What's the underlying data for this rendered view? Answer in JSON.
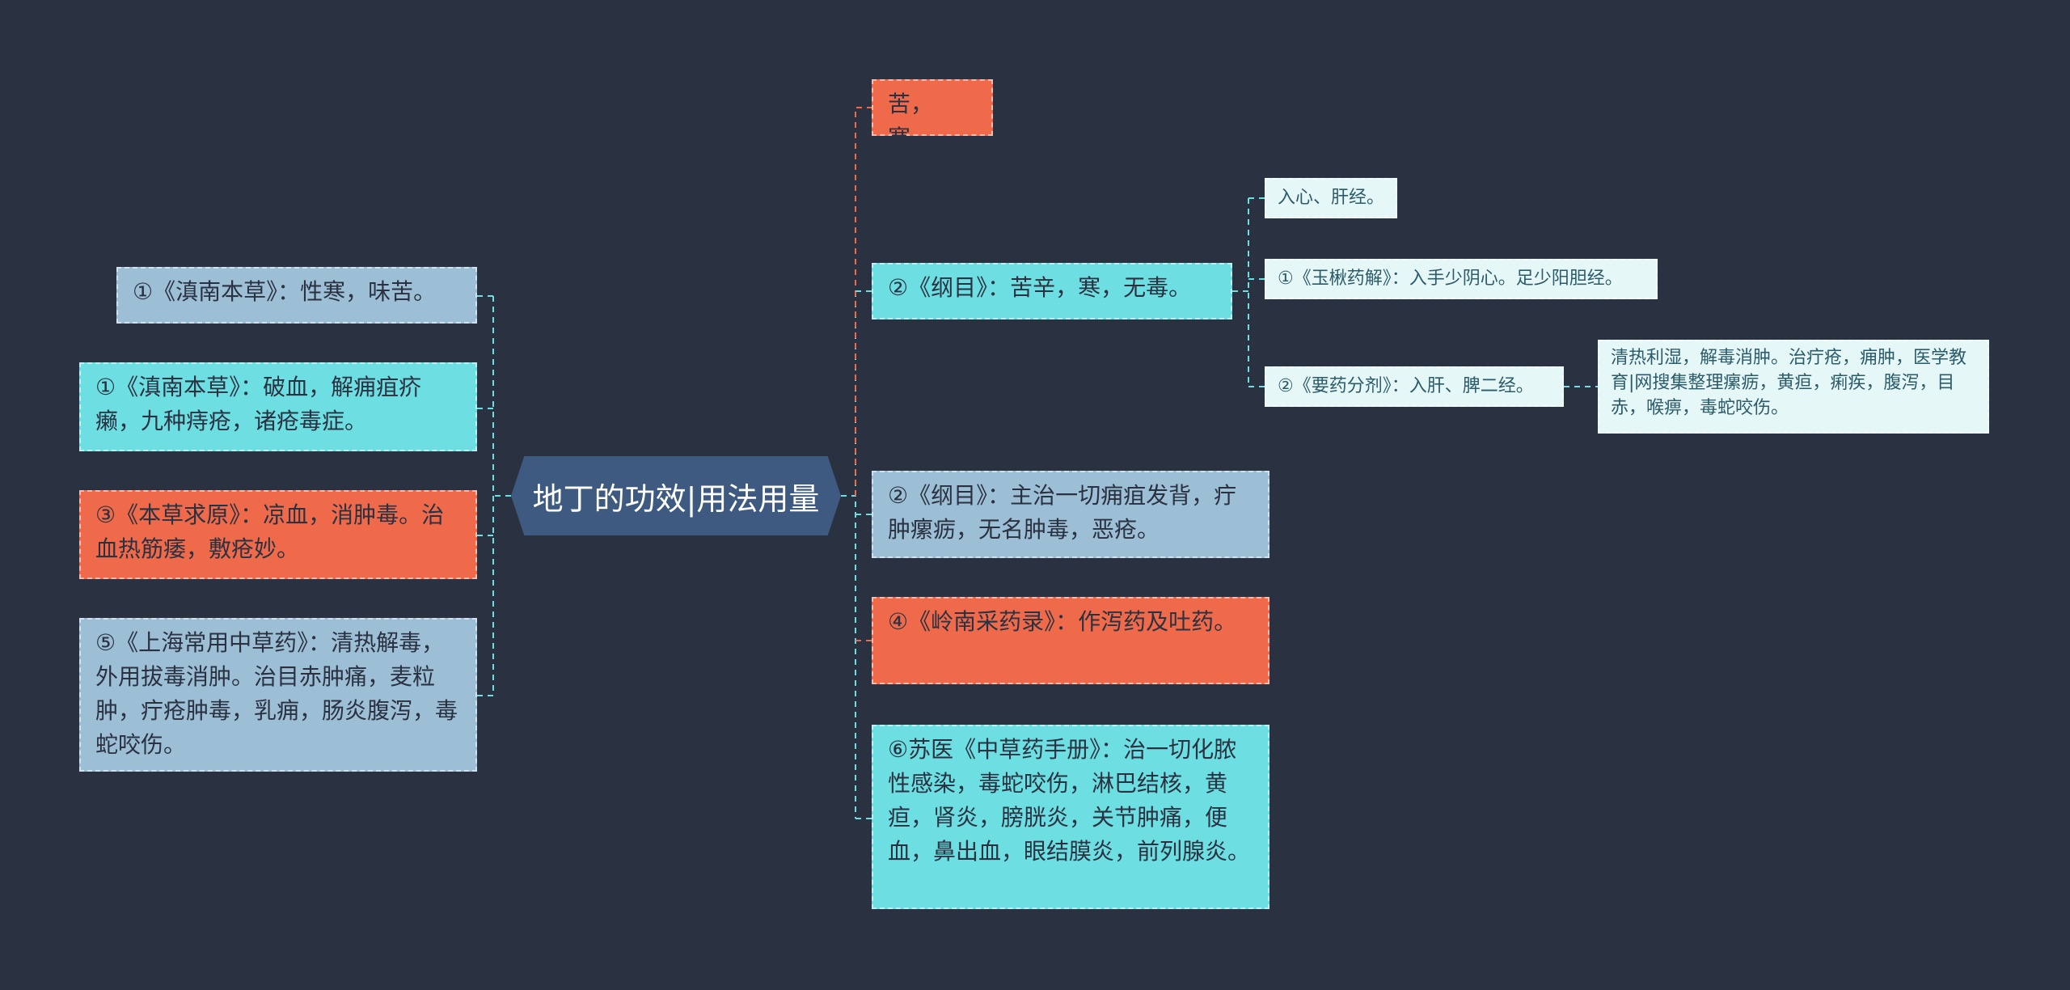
{
  "center": {
    "label": "地丁的功效|用法用量"
  },
  "left_nodes": [
    {
      "id": "l1",
      "text": "①《滇南本草》：性寒，味苦。",
      "color": "#9dbfd6"
    },
    {
      "id": "l2",
      "text": "①《滇南本草》：破血，解痈疽疥癞，九种痔疮，诸疮毒症。",
      "color": "#6ddfe2"
    },
    {
      "id": "l3",
      "text": "③《本草求原》：凉血，消肿毒。治血热筋痿，敷疮妙。",
      "color": "#ef6a4b"
    },
    {
      "id": "l4",
      "text": "⑤《上海常用中草药》：清热解毒，外用拔毒消肿。治目赤肿痛，麦粒肿，疔疮肿毒，乳痈，肠炎腹泻，毒蛇咬伤。",
      "color": "#9dbfd6"
    }
  ],
  "right_nodes": [
    {
      "id": "r1",
      "text": "苦，寒。",
      "color": "#ef6a4b"
    },
    {
      "id": "r2",
      "text": "②《纲目》：苦辛，寒，无毒。",
      "color": "#6ddfe2"
    },
    {
      "id": "r3",
      "text": "②《纲目》：主治一切痈疽发背，疔肿瘰疬，无名肿毒，恶疮。",
      "color": "#9dbfd6"
    },
    {
      "id": "r4",
      "text": "④《岭南采药录》：作泻药及吐药。",
      "color": "#ef6a4b"
    },
    {
      "id": "r5",
      "text": "⑥苏医《中草药手册》：治一切化脓性感染，毒蛇咬伤，淋巴结核，黄疸，肾炎，膀胱炎，关节肿痛，便血，鼻出血，眼结膜炎，前列腺炎。",
      "color": "#6ddfe2"
    }
  ],
  "sub_nodes": [
    {
      "id": "s1",
      "text": "入心、肝经。"
    },
    {
      "id": "s2",
      "text": "①《玉楸药解》：入手少阴心。足少阳胆经。"
    },
    {
      "id": "s3",
      "text": "②《要药分剂》：入肝、脾二经。"
    }
  ],
  "leaf_node": {
    "text": "清热利湿，解毒消肿。治疔疮，痈肿，医学教育|网搜集整理瘰疬，黄疸，痢疾，腹泻，目赤，喉痹，毒蛇咬伤。"
  },
  "colors": {
    "background": "#2a3140",
    "center": "#3e5a80",
    "line_cyan": "#6ddfe2",
    "line_orange": "#ef6a4b",
    "light": "#e6f7f8"
  }
}
